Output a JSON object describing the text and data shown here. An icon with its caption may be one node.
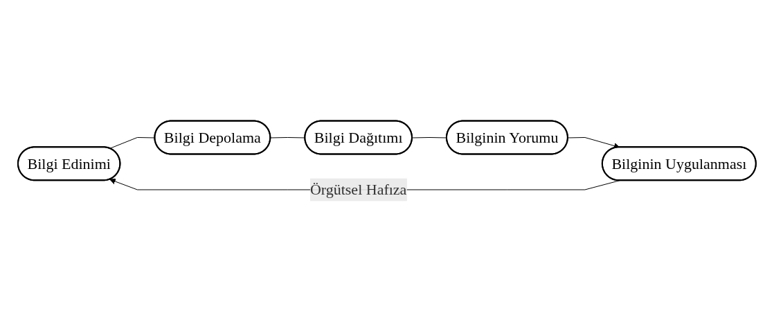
{
  "diagram": {
    "nodes": [
      {
        "text": [
          "Bilgi Edinimi"
        ]
      },
      {
        "text": [
          "Bilgi Depolama"
        ]
      },
      {
        "text": [
          "Bilgi Dağıtımı"
        ]
      },
      {
        "text": [
          "Bilginin Yorumu"
        ]
      },
      {
        "text": [
          "Bilginin Uygulanması"
        ]
      }
    ],
    "edges": [
      {
        "from": 0,
        "to": 1,
        "arrow": "none"
      },
      {
        "from": 1,
        "to": 2,
        "arrow": "none"
      },
      {
        "from": 2,
        "to": 3,
        "arrow": "none"
      },
      {
        "from": 3,
        "to": 4,
        "arrow": "to"
      },
      {
        "from": 4,
        "to": 0,
        "arrow": "to",
        "label": "Örgütsel Hafıza"
      }
    ]
  }
}
